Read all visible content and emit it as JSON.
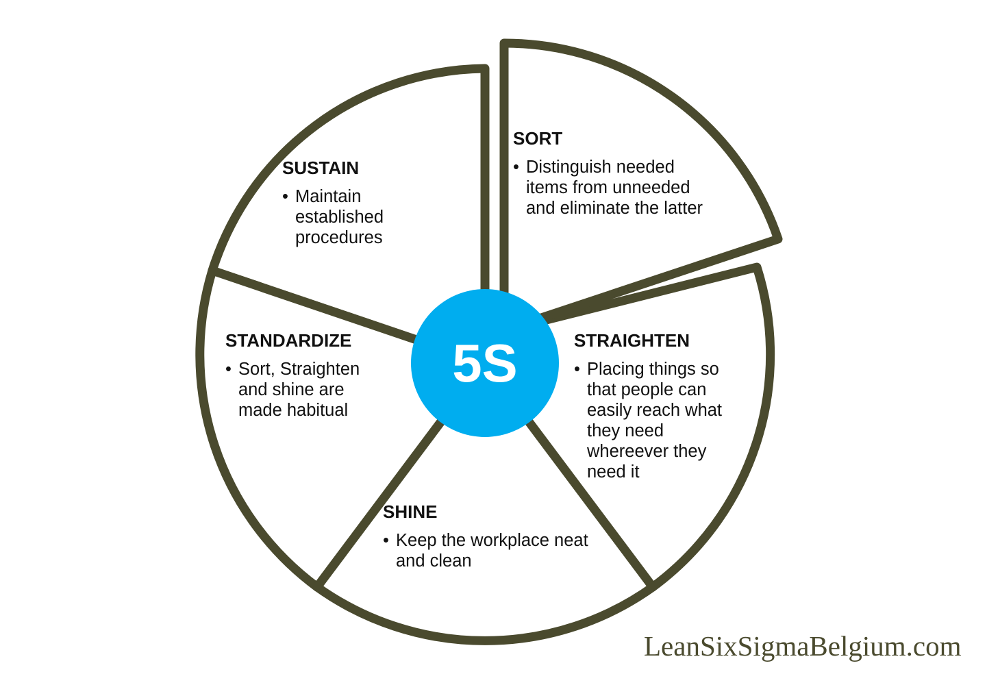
{
  "center": {
    "label": "5S"
  },
  "segments": [
    {
      "id": "sort",
      "title": "SORT",
      "bullet": "Distinguish needed items from unneeded and eliminate the latter"
    },
    {
      "id": "straighten",
      "title": "STRAIGHTEN",
      "bullet": "Placing things so that people can easily reach what they need whereever they need it"
    },
    {
      "id": "shine",
      "title": "SHINE",
      "bullet": "Keep the workplace neat and clean"
    },
    {
      "id": "standardize",
      "title": "STANDARDIZE",
      "bullet": "Sort, Straighten and shine are made habitual"
    },
    {
      "id": "sustain",
      "title": "SUSTAIN",
      "bullet": "Maintain established procedures"
    }
  ],
  "footer": {
    "brand": "LeanSixSigmaBelgium.com"
  },
  "colors": {
    "outline": "#4a4a2e",
    "center_fill": "#00adef",
    "center_text": "#ffffff",
    "text": "#111111"
  }
}
